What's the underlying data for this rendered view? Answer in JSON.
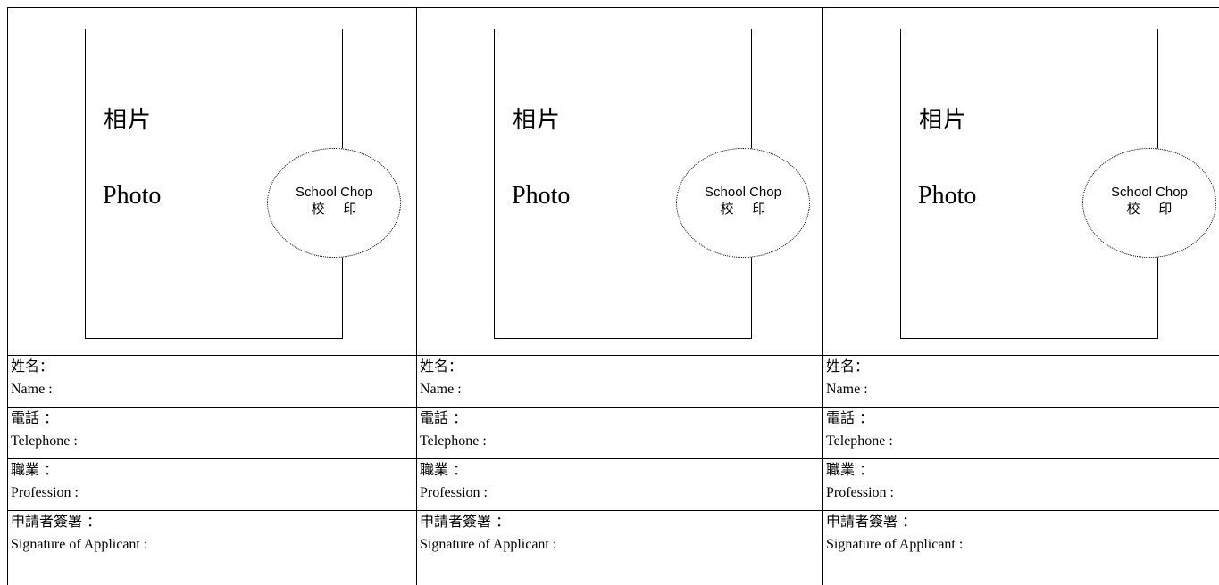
{
  "cards": [
    {
      "photo_zh": "相片",
      "photo_en": "Photo",
      "chop_en": "School Chop",
      "chop_zh": "校 印",
      "fields": {
        "name_zh": "姓名：",
        "name_en": "Name :",
        "tel_zh": "電話 ：",
        "tel_en": "Telephone :",
        "prof_zh": "職業 ：",
        "prof_en": "Profession :",
        "sig_zh": "申請者簽署 ：",
        "sig_en": "Signature of Applicant :"
      }
    },
    {
      "photo_zh": "相片",
      "photo_en": "Photo",
      "chop_en": "School Chop",
      "chop_zh": "校 印",
      "fields": {
        "name_zh": "姓名：",
        "name_en": "Name :",
        "tel_zh": "電話 ：",
        "tel_en": "Telephone :",
        "prof_zh": "職業 ：",
        "prof_en": "Profession :",
        "sig_zh": "申請者簽署 ：",
        "sig_en": "Signature of Applicant :"
      }
    },
    {
      "photo_zh": "相片",
      "photo_en": "Photo",
      "chop_en": "School Chop",
      "chop_zh": "校 印",
      "fields": {
        "name_zh": "姓名：",
        "name_en": "Name :",
        "tel_zh": "電話 ：",
        "tel_en": "Telephone :",
        "prof_zh": "職業 ：",
        "prof_en": "Profession :",
        "sig_zh": "申請者簽署 ：",
        "sig_en": "Signature of Applicant :"
      }
    }
  ]
}
